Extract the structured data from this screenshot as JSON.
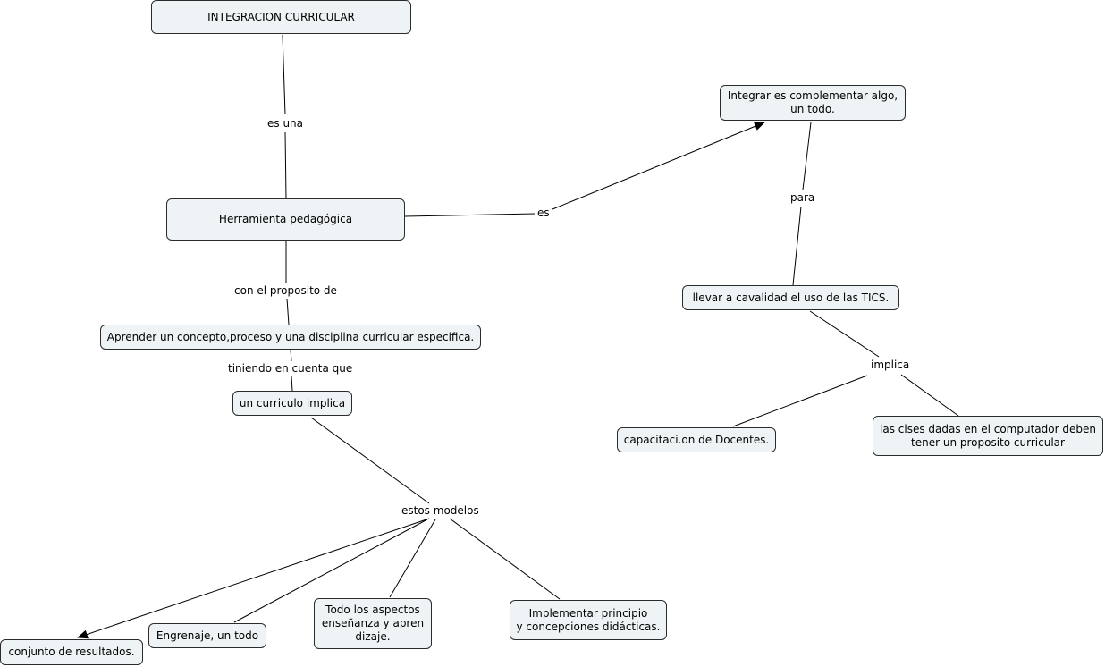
{
  "concepts": {
    "integracion": "INTEGRACION CURRICULAR",
    "herramienta": "Herramienta pedagógica",
    "aprender": "Aprender un concepto,proceso y una disciplina curricular especifica.",
    "curriculo": "un curriculo implica",
    "integrar": "Integrar es complementar algo,\nun todo.",
    "llevar": "llevar  a cavalidad el uso de las TICS.",
    "capacitacion": "capacitaci.on de Docentes.",
    "clses": "las clses dadas en el computador deben\ntener un proposito curricular",
    "conjunto": "conjunto de resultados.",
    "engrenaje": "Engrenaje, un todo",
    "todo": "Todo los aspectos\nenseñanza y apren\ndizaje.",
    "implementar": "Implementar principio\ny concepciones didácticas."
  },
  "links": {
    "es_una": "es una",
    "es": "es",
    "con_el_proposito": "con el proposito de",
    "tiniendo": "tiniendo en cuenta  que",
    "para": "para",
    "implica": "implica",
    "estos_modelos": "estos modelos"
  },
  "colors": {
    "node_fill": "#eef3f5",
    "node_border": "#2b2b2b",
    "line": "#000000"
  }
}
